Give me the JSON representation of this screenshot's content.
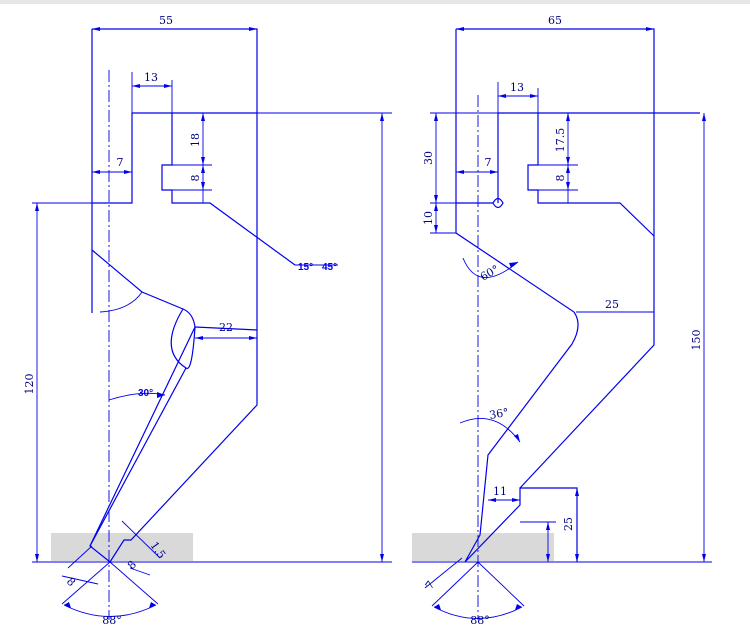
{
  "left_tool": {
    "dims": {
      "width": "55",
      "slot_width": "13",
      "slot_depth": "18",
      "notch": "8",
      "offset": "7",
      "height": "120",
      "relief": "22",
      "tip_angle": "30°",
      "chamfer_angles": "15°",
      "chamfer_angles_2": "45°",
      "tip_radius": "1.5",
      "tip_leg_left": "8",
      "tip_leg_right": "8",
      "included_angle": "88°"
    }
  },
  "right_tool": {
    "dims": {
      "width": "65",
      "slot_width": "13",
      "upper": "30",
      "slot_depth": "17.5",
      "offset": "7",
      "notch": "8",
      "lower": "10",
      "neck_angle": "60°",
      "relief": "25",
      "height": "150",
      "tip_angle": "36°",
      "neck_width": "11",
      "tip_height": "25",
      "tip_leg": "7",
      "included_angle": "88°"
    }
  }
}
